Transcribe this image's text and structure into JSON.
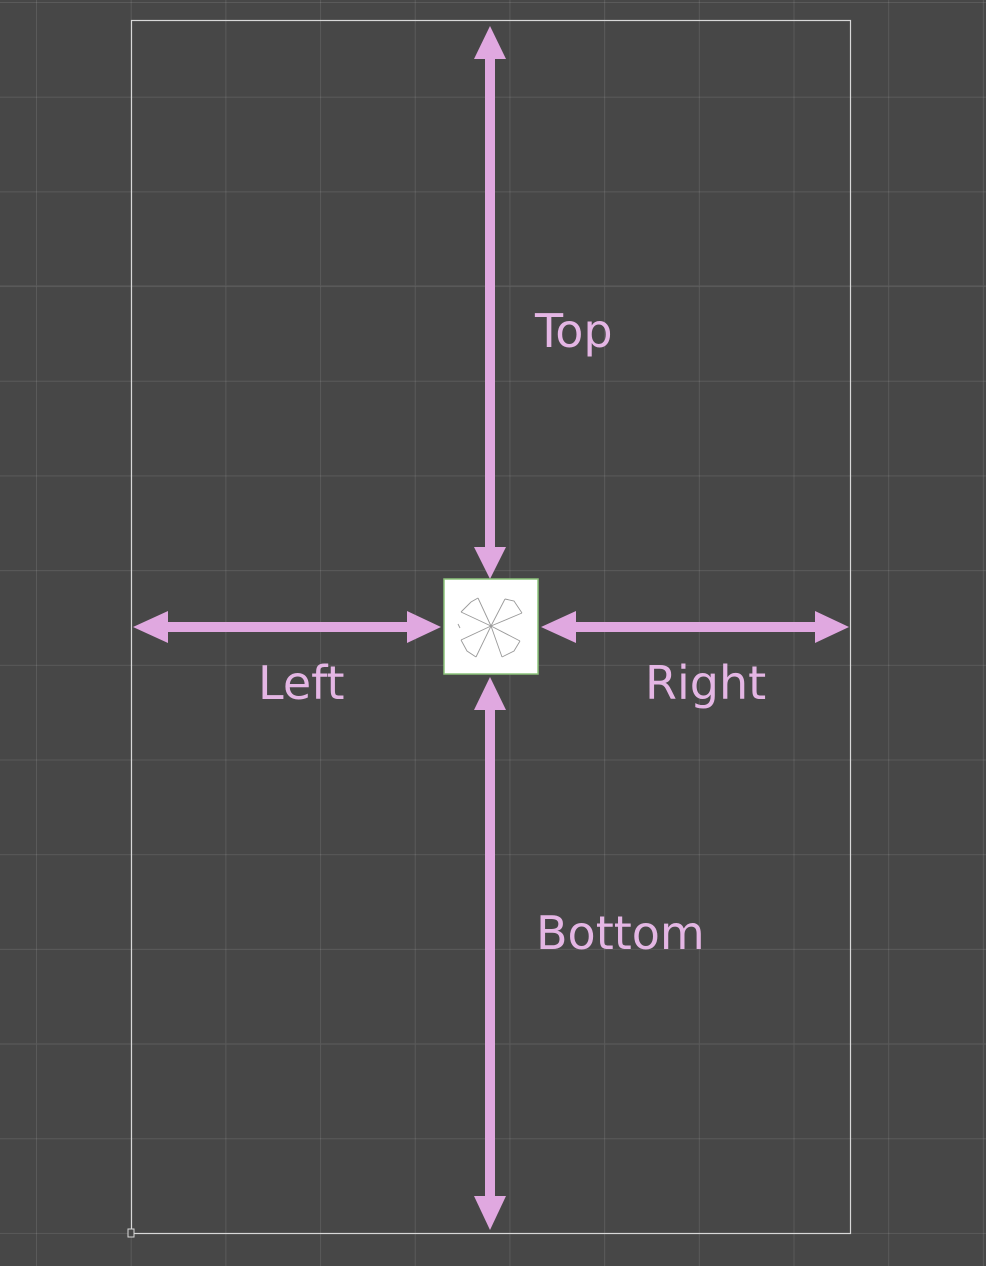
{
  "labels": {
    "top": "Top",
    "left": "Left",
    "right": "Right",
    "bottom": "Bottom"
  },
  "icons": {
    "anchor": "snowflake-anchor-icon"
  },
  "colors": {
    "background": "#474747",
    "grid_line": "#5a5a5a",
    "frame": "#d8d8d8",
    "arrow": "#e0a8e0",
    "anchor_border": "#8cc47a",
    "anchor_fill": "#ffffff"
  }
}
